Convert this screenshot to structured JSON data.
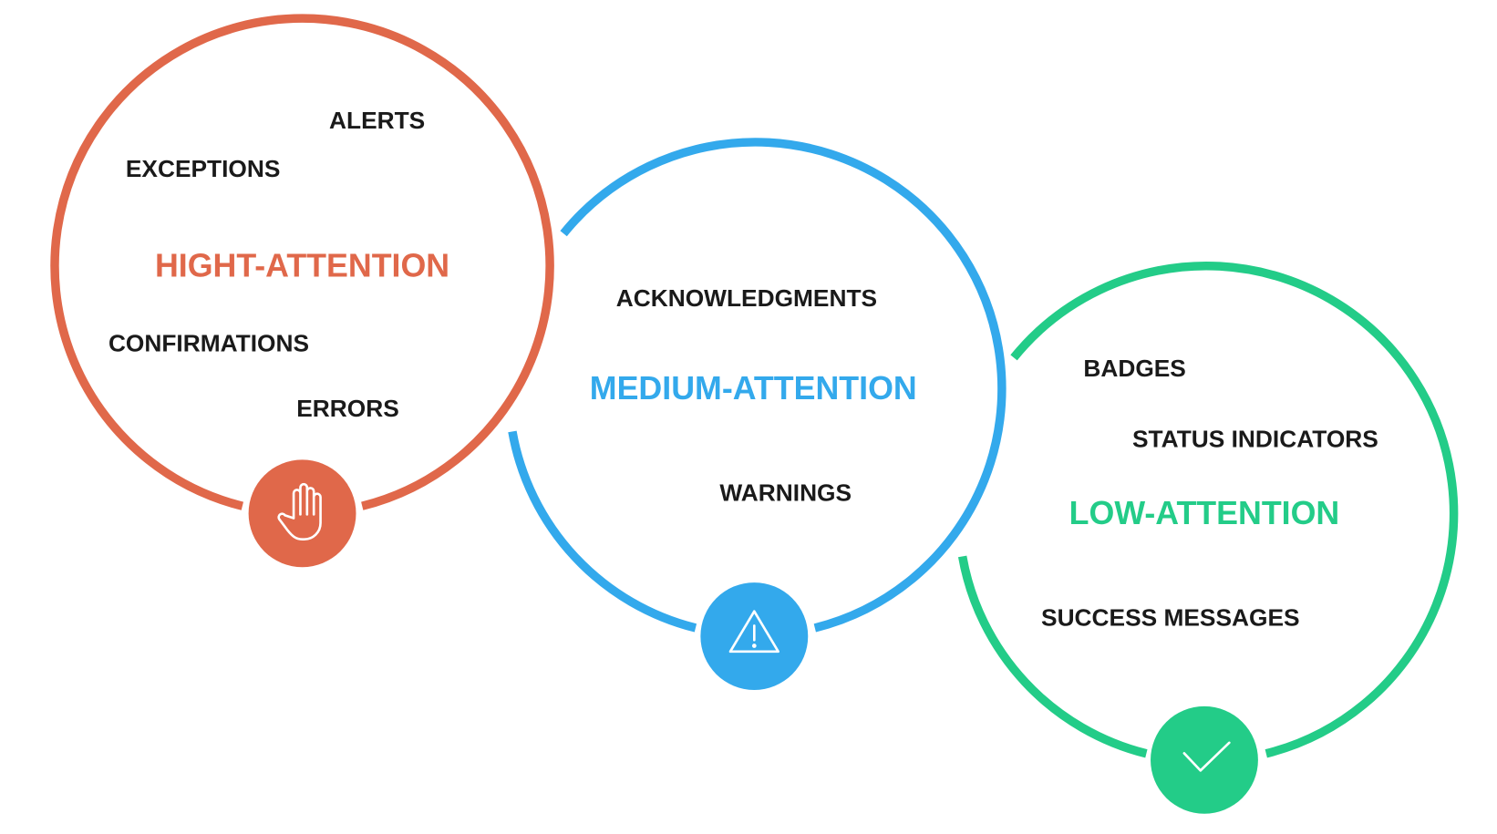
{
  "colors": {
    "high": "#E0684A",
    "medium": "#33A9EC",
    "low": "#23CC88"
  },
  "groups": [
    {
      "title": "HIGHT-ATTENTION",
      "icon": "hand-icon",
      "items": [
        "ALERTS",
        "EXCEPTIONS",
        "CONFIRMATIONS",
        "ERRORS"
      ]
    },
    {
      "title": "MEDIUM-ATTENTION",
      "icon": "warning-icon",
      "items": [
        "ACKNOWLEDGMENTS",
        "WARNINGS"
      ]
    },
    {
      "title": "LOW-ATTENTION",
      "icon": "check-icon",
      "items": [
        "BADGES",
        "STATUS INDICATORS",
        "SUCCESS MESSAGES"
      ]
    }
  ]
}
